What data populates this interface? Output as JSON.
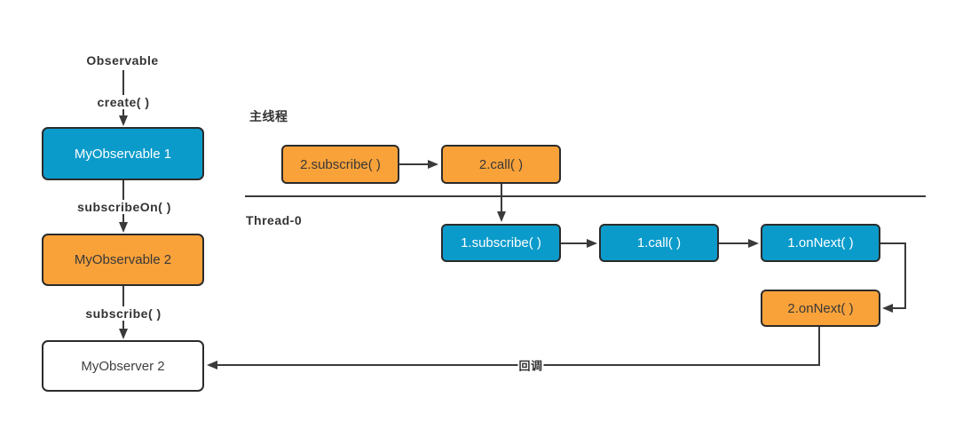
{
  "colors": {
    "box_blue": "#0a9bcb",
    "box_orange": "#f9a23a",
    "box_white": "#ffffff",
    "box_border": "#2b2b2b",
    "connector": "#3a3a3a",
    "label_text": "#333333",
    "text_on_blue": "#ffffff",
    "text_on_orange": "#383838"
  },
  "left_flow": {
    "observable": "Observable",
    "create": "create( )",
    "my_observable_1": "MyObservable 1",
    "subscribe_on": "subscribeOn( )",
    "my_observable_2": "MyObservable 2",
    "subscribe": "subscribe( )",
    "my_observer_2": "MyObserver 2"
  },
  "main_thread": {
    "label": "主线程",
    "subscribe2": "2.subscribe( )",
    "call2": "2.call( )"
  },
  "thread_0": {
    "label": "Thread-0",
    "subscribe1": "1.subscribe( )",
    "call1": "1.call( )",
    "onnext1": "1.onNext( )",
    "onnext2": "2.onNext( )",
    "callback": "回调"
  }
}
